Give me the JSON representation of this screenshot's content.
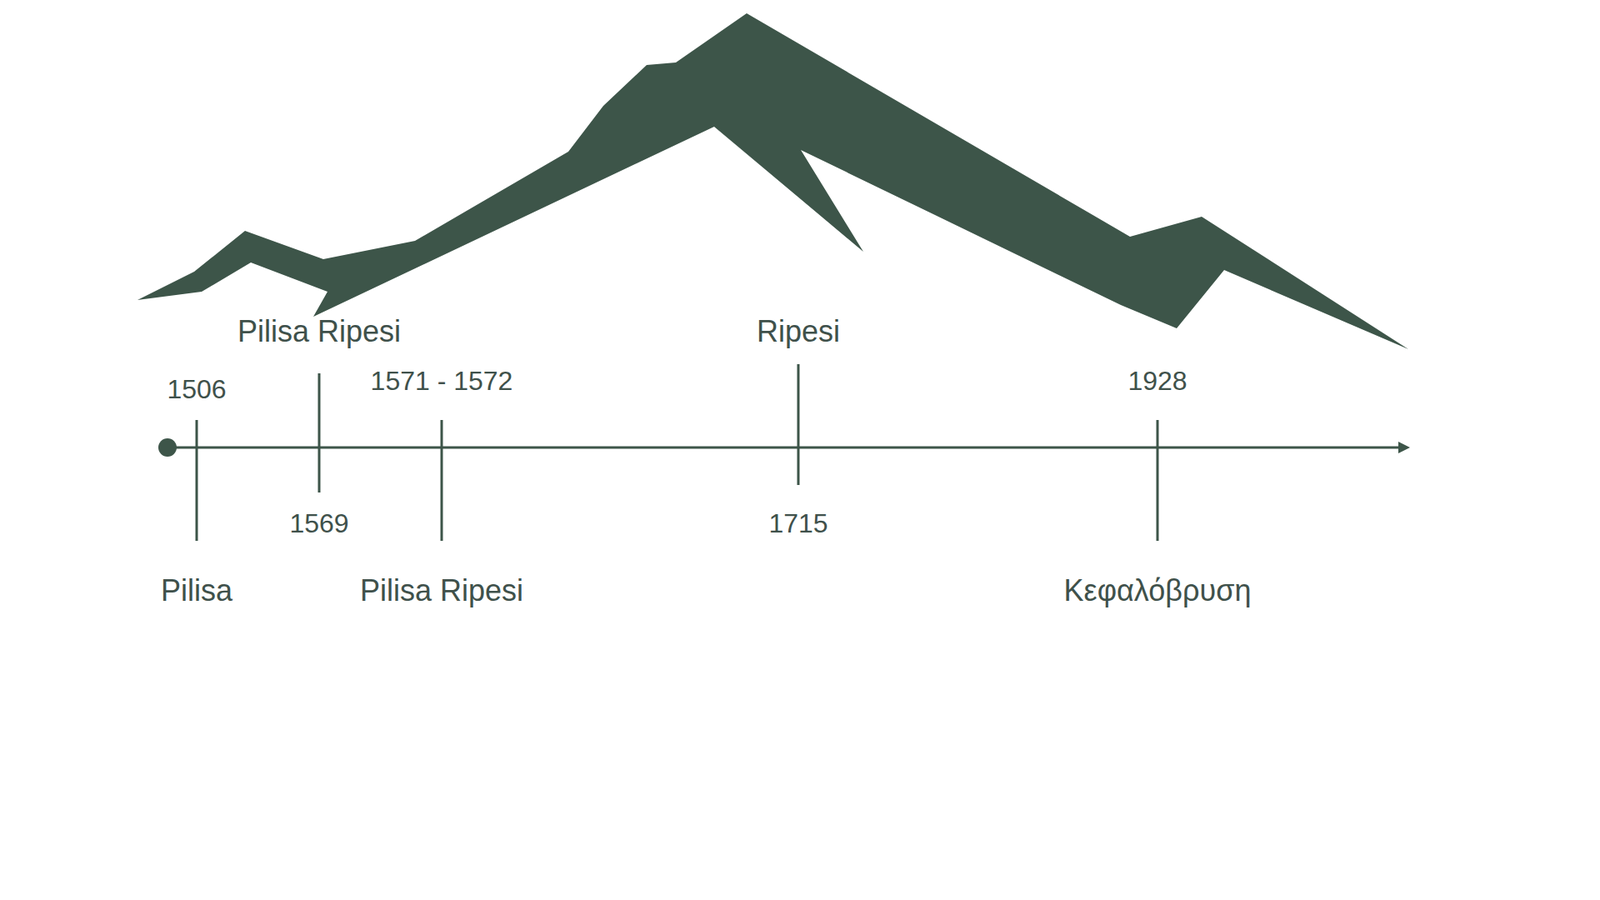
{
  "diagram": {
    "labels": [
      "Pilisa Ripesi",
      "Ripesi",
      "1506",
      "1571 - 1572",
      "1928",
      "1569",
      "1715",
      "Pilisa",
      "Pilisa Ripesi",
      "Κεφαλόβρυση"
    ]
  }
}
